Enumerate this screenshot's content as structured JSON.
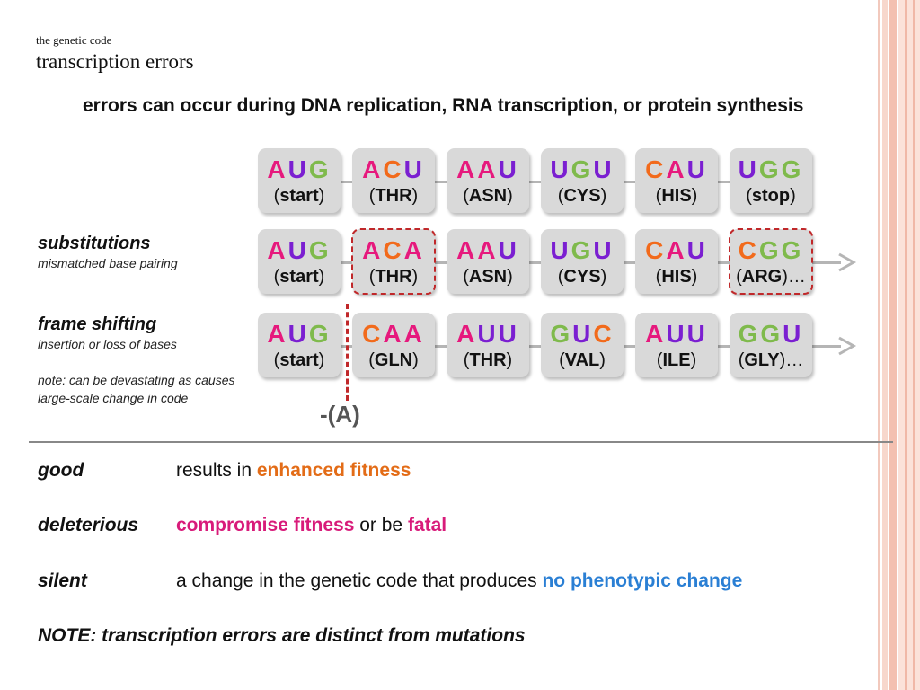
{
  "header": {
    "subtitle": "the genetic code",
    "title": "transcription errors",
    "intro": "errors can occur during DNA replication, RNA transcription, or protein synthesis"
  },
  "colors": {
    "A": "#e6197d",
    "U": "#7b1fd1",
    "G": "#7fba4c",
    "C": "#f26a1b",
    "highlight": "#c0282a"
  },
  "rows": [
    {
      "label": "",
      "desc": [],
      "codons": [
        {
          "bases": "AUG",
          "aa": "start",
          "hl": false
        },
        {
          "bases": "ACU",
          "aa": "THR",
          "hl": false
        },
        {
          "bases": "AAU",
          "aa": "ASN",
          "hl": false
        },
        {
          "bases": "UGU",
          "aa": "CYS",
          "hl": false
        },
        {
          "bases": "CAU",
          "aa": "HIS",
          "hl": false
        },
        {
          "bases": "UGG",
          "aa": "stop",
          "hl": false
        }
      ],
      "arrow": false,
      "tail": ""
    },
    {
      "label": "substitutions",
      "desc": [
        "mismatched base pairing"
      ],
      "codons": [
        {
          "bases": "AUG",
          "aa": "start",
          "hl": false
        },
        {
          "bases": "ACA",
          "aa": "THR",
          "hl": true
        },
        {
          "bases": "AAU",
          "aa": "ASN",
          "hl": false
        },
        {
          "bases": "UGU",
          "aa": "CYS",
          "hl": false
        },
        {
          "bases": "CAU",
          "aa": "HIS",
          "hl": false
        },
        {
          "bases": "CGG",
          "aa": "ARG",
          "hl": true
        }
      ],
      "arrow": true,
      "tail": "…"
    },
    {
      "label": "frame shifting",
      "desc": [
        "insertion or loss of bases",
        "",
        "note: can be devastating as causes",
        "large-scale change in code"
      ],
      "codons": [
        {
          "bases": "AUG",
          "aa": "start",
          "hl": false
        },
        {
          "bases": "CAA",
          "aa": "GLN",
          "hl": false
        },
        {
          "bases": "AUU",
          "aa": "THR",
          "hl": false
        },
        {
          "bases": "GUC",
          "aa": "VAL",
          "hl": false
        },
        {
          "bases": "AUU",
          "aa": "ILE",
          "hl": false
        },
        {
          "bases": "GGU",
          "aa": "GLY",
          "hl": false
        }
      ],
      "arrow": true,
      "tail": "…"
    }
  ],
  "deletion_label": "-(A)",
  "outcomes": [
    {
      "term": "good",
      "parts": [
        {
          "t": "results in ",
          "c": "#111111",
          "b": false
        },
        {
          "t": "enhanced fitness",
          "c": "#e36c17",
          "b": true
        }
      ]
    },
    {
      "term": "deleterious",
      "parts": [
        {
          "t": "compromise fitness",
          "c": "#d81b7a",
          "b": true
        },
        {
          "t": " or be ",
          "c": "#111111",
          "b": false
        },
        {
          "t": "fatal",
          "c": "#d81b7a",
          "b": true
        }
      ]
    },
    {
      "term": "silent",
      "parts": [
        {
          "t": "a change in the genetic code that produces ",
          "c": "#111111",
          "b": false
        },
        {
          "t": "no phenotypic change",
          "c": "#2a7fd4",
          "b": true
        }
      ]
    }
  ],
  "note": "NOTE: transcription errors are distinct from mutations"
}
